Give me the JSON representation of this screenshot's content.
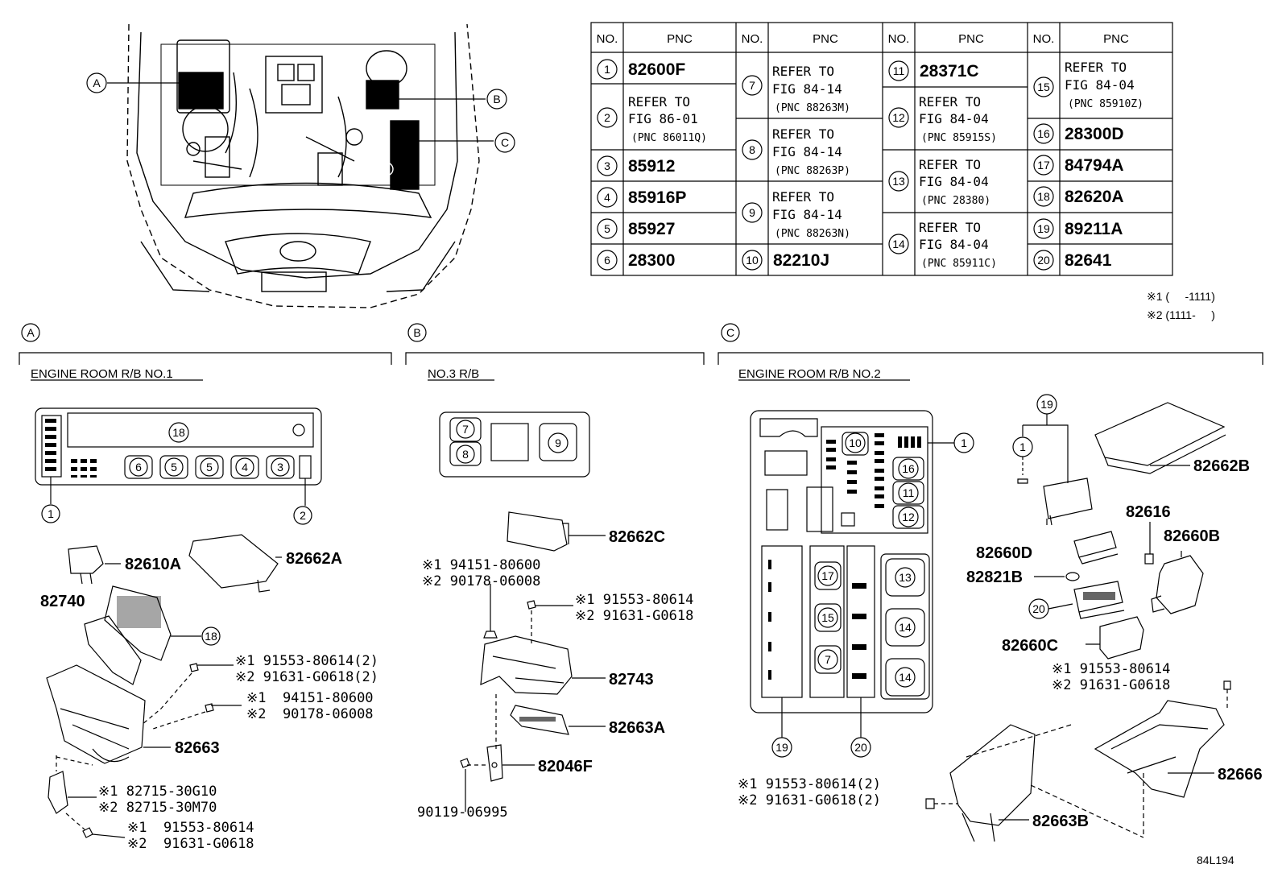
{
  "table": {
    "headers": [
      "NO.",
      "PNC",
      "NO.",
      "PNC",
      "NO.",
      "PNC",
      "NO.",
      "PNC"
    ],
    "rows": [
      {
        "no": "1",
        "pnc": "82600F"
      },
      {
        "no": "2",
        "pnc_lines": [
          "REFER TO",
          "FIG 86-01",
          "(PNC 86011Q)"
        ]
      },
      {
        "no": "3",
        "pnc": "85912"
      },
      {
        "no": "4",
        "pnc": "85916P"
      },
      {
        "no": "5",
        "pnc": "85927"
      },
      {
        "no": "6",
        "pnc": "28300"
      },
      {
        "no": "7",
        "pnc_lines": [
          "REFER TO",
          "FIG 84-14",
          "(PNC 88263M)"
        ]
      },
      {
        "no": "8",
        "pnc_lines": [
          "REFER TO",
          "FIG 84-14",
          "(PNC 88263P)"
        ]
      },
      {
        "no": "9",
        "pnc_lines": [
          "REFER TO",
          "FIG 84-14",
          "(PNC 88263N)"
        ]
      },
      {
        "no": "10",
        "pnc": "82210J"
      },
      {
        "no": "11",
        "pnc": "28371C"
      },
      {
        "no": "12",
        "pnc_lines": [
          "REFER TO",
          "FIG 84-04",
          "(PNC 85915S)"
        ]
      },
      {
        "no": "13",
        "pnc_lines": [
          "REFER TO",
          "FIG 84-04",
          "(PNC 28380)"
        ]
      },
      {
        "no": "14",
        "pnc_lines": [
          "REFER TO",
          "FIG 84-04",
          "(PNC 85911C)"
        ]
      },
      {
        "no": "15",
        "pnc_lines": [
          "REFER TO",
          "FIG 84-04",
          "(PNC 85910Z)"
        ]
      },
      {
        "no": "16",
        "pnc": "28300D"
      },
      {
        "no": "17",
        "pnc": "84794A"
      },
      {
        "no": "18",
        "pnc": "82620A"
      },
      {
        "no": "19",
        "pnc": "89211A"
      },
      {
        "no": "20",
        "pnc": "82641"
      }
    ]
  },
  "notes": {
    "n1": "※1 (     -1111)",
    "n2": "※2 (1111-     )"
  },
  "callouts": {
    "a": "A",
    "b": "B",
    "c": "C"
  },
  "sections": {
    "a_title": "ENGINE ROOM R/B NO.1",
    "b_title": "NO.3 R/B",
    "c_title": "ENGINE ROOM R/B NO.2"
  },
  "parts": {
    "p82610A": "82610A",
    "p82662A": "82662A",
    "p82740": "82740",
    "p82663": "82663",
    "a_bolt1": "※1 91553-80614(2)",
    "a_bolt2": "※2 91631-G0618(2)",
    "a_nut1": "※1  94151-80600",
    "a_nut2": "※2  90178-06008",
    "a_clip1": "※1 82715-30G10",
    "a_clip2": "※2 82715-30M70",
    "a_screw1": "※1  91553-80614",
    "a_screw2": "※2  91631-G0618",
    "p82662C": "82662C",
    "b_nut1": "※1 94151-80600",
    "b_nut2": "※2 90178-06008",
    "b_bolt1": "※1 91553-80614",
    "b_bolt2": "※2 91631-G0618",
    "p82743": "82743",
    "p82663A": "82663A",
    "p82046F": "82046F",
    "p90119": "90119-06995",
    "p82662B": "82662B",
    "p82616": "82616",
    "p82660B": "82660B",
    "p82660D": "82660D",
    "p82821B": "82821B",
    "p82660C": "82660C",
    "c_bolt1": "※1 91553-80614",
    "c_bolt2": "※2 91631-G0618",
    "p82666": "82666",
    "c_bolt3": "※1 91553-80614(2)",
    "c_bolt4": "※2 91631-G0618(2)",
    "p82663B": "82663B"
  },
  "figure_id": "84L194"
}
